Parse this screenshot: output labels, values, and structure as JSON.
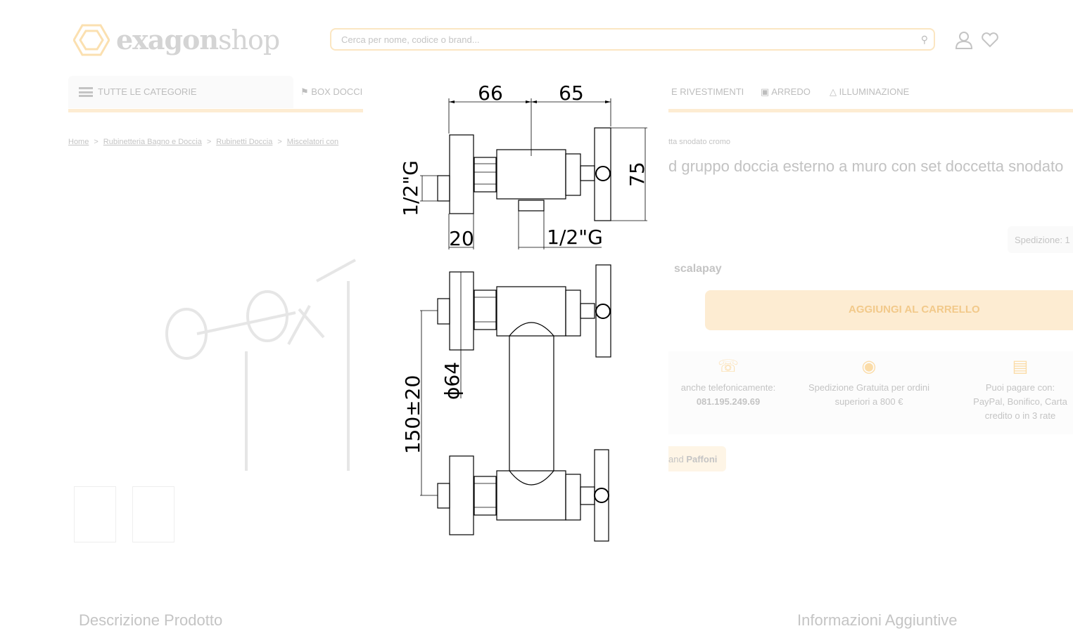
{
  "header": {
    "logo_bold": "exagon",
    "logo_light": "shop",
    "search_placeholder": "Cerca per nome, codice o brand...",
    "icons": [
      "search-icon",
      "user-icon",
      "heart-icon"
    ]
  },
  "nav": {
    "all_categories": "TUTTE LE CATEGORIE",
    "items": [
      "BOX DOCCI",
      "E RIVESTIMENTI",
      "ARREDO",
      "ILLUMINAZIONE"
    ]
  },
  "breadcrumb": [
    "Home",
    "Rubinetteria Bagno e Doccia",
    "Rubinetti Doccia",
    "Miscelatori con"
  ],
  "product": {
    "subtitle": "tta snodato cromo",
    "title": "d gruppo doccia esterno a muro con set doccetta snodato",
    "shipping": "Spedizione: 1",
    "scalapay": "scalapay",
    "add_to_cart": "AGGIUNGI AL CARRELLO",
    "brand_prefix": "and",
    "brand_name": "Paffoni"
  },
  "info": [
    {
      "icon": "whatsapp-icon",
      "line1": "anche telefonicamente:",
      "line2": "081.195.249.69"
    },
    {
      "icon": "piggy-bank-icon",
      "line1": "Spedizione Gratuita per ordini",
      "line2": "superiori a 800 €"
    },
    {
      "icon": "credit-card-icon",
      "line1": "Puoi pagare con:",
      "line2": "PayPal, Bonifico, Carta",
      "line3": "credito o in 3 rate"
    }
  ],
  "sections": {
    "description": "Descrizione Prodotto",
    "additional": "Informazioni Aggiuntive"
  },
  "drawing": {
    "dim_left": "66",
    "dim_right": "65",
    "dim_height": "75",
    "dim_inlet": "1/2\"G",
    "dim_flange": "20",
    "dim_outlet": "1/2\"G",
    "dim_diameter": "ϕ64",
    "dim_spacing": "150±20"
  }
}
